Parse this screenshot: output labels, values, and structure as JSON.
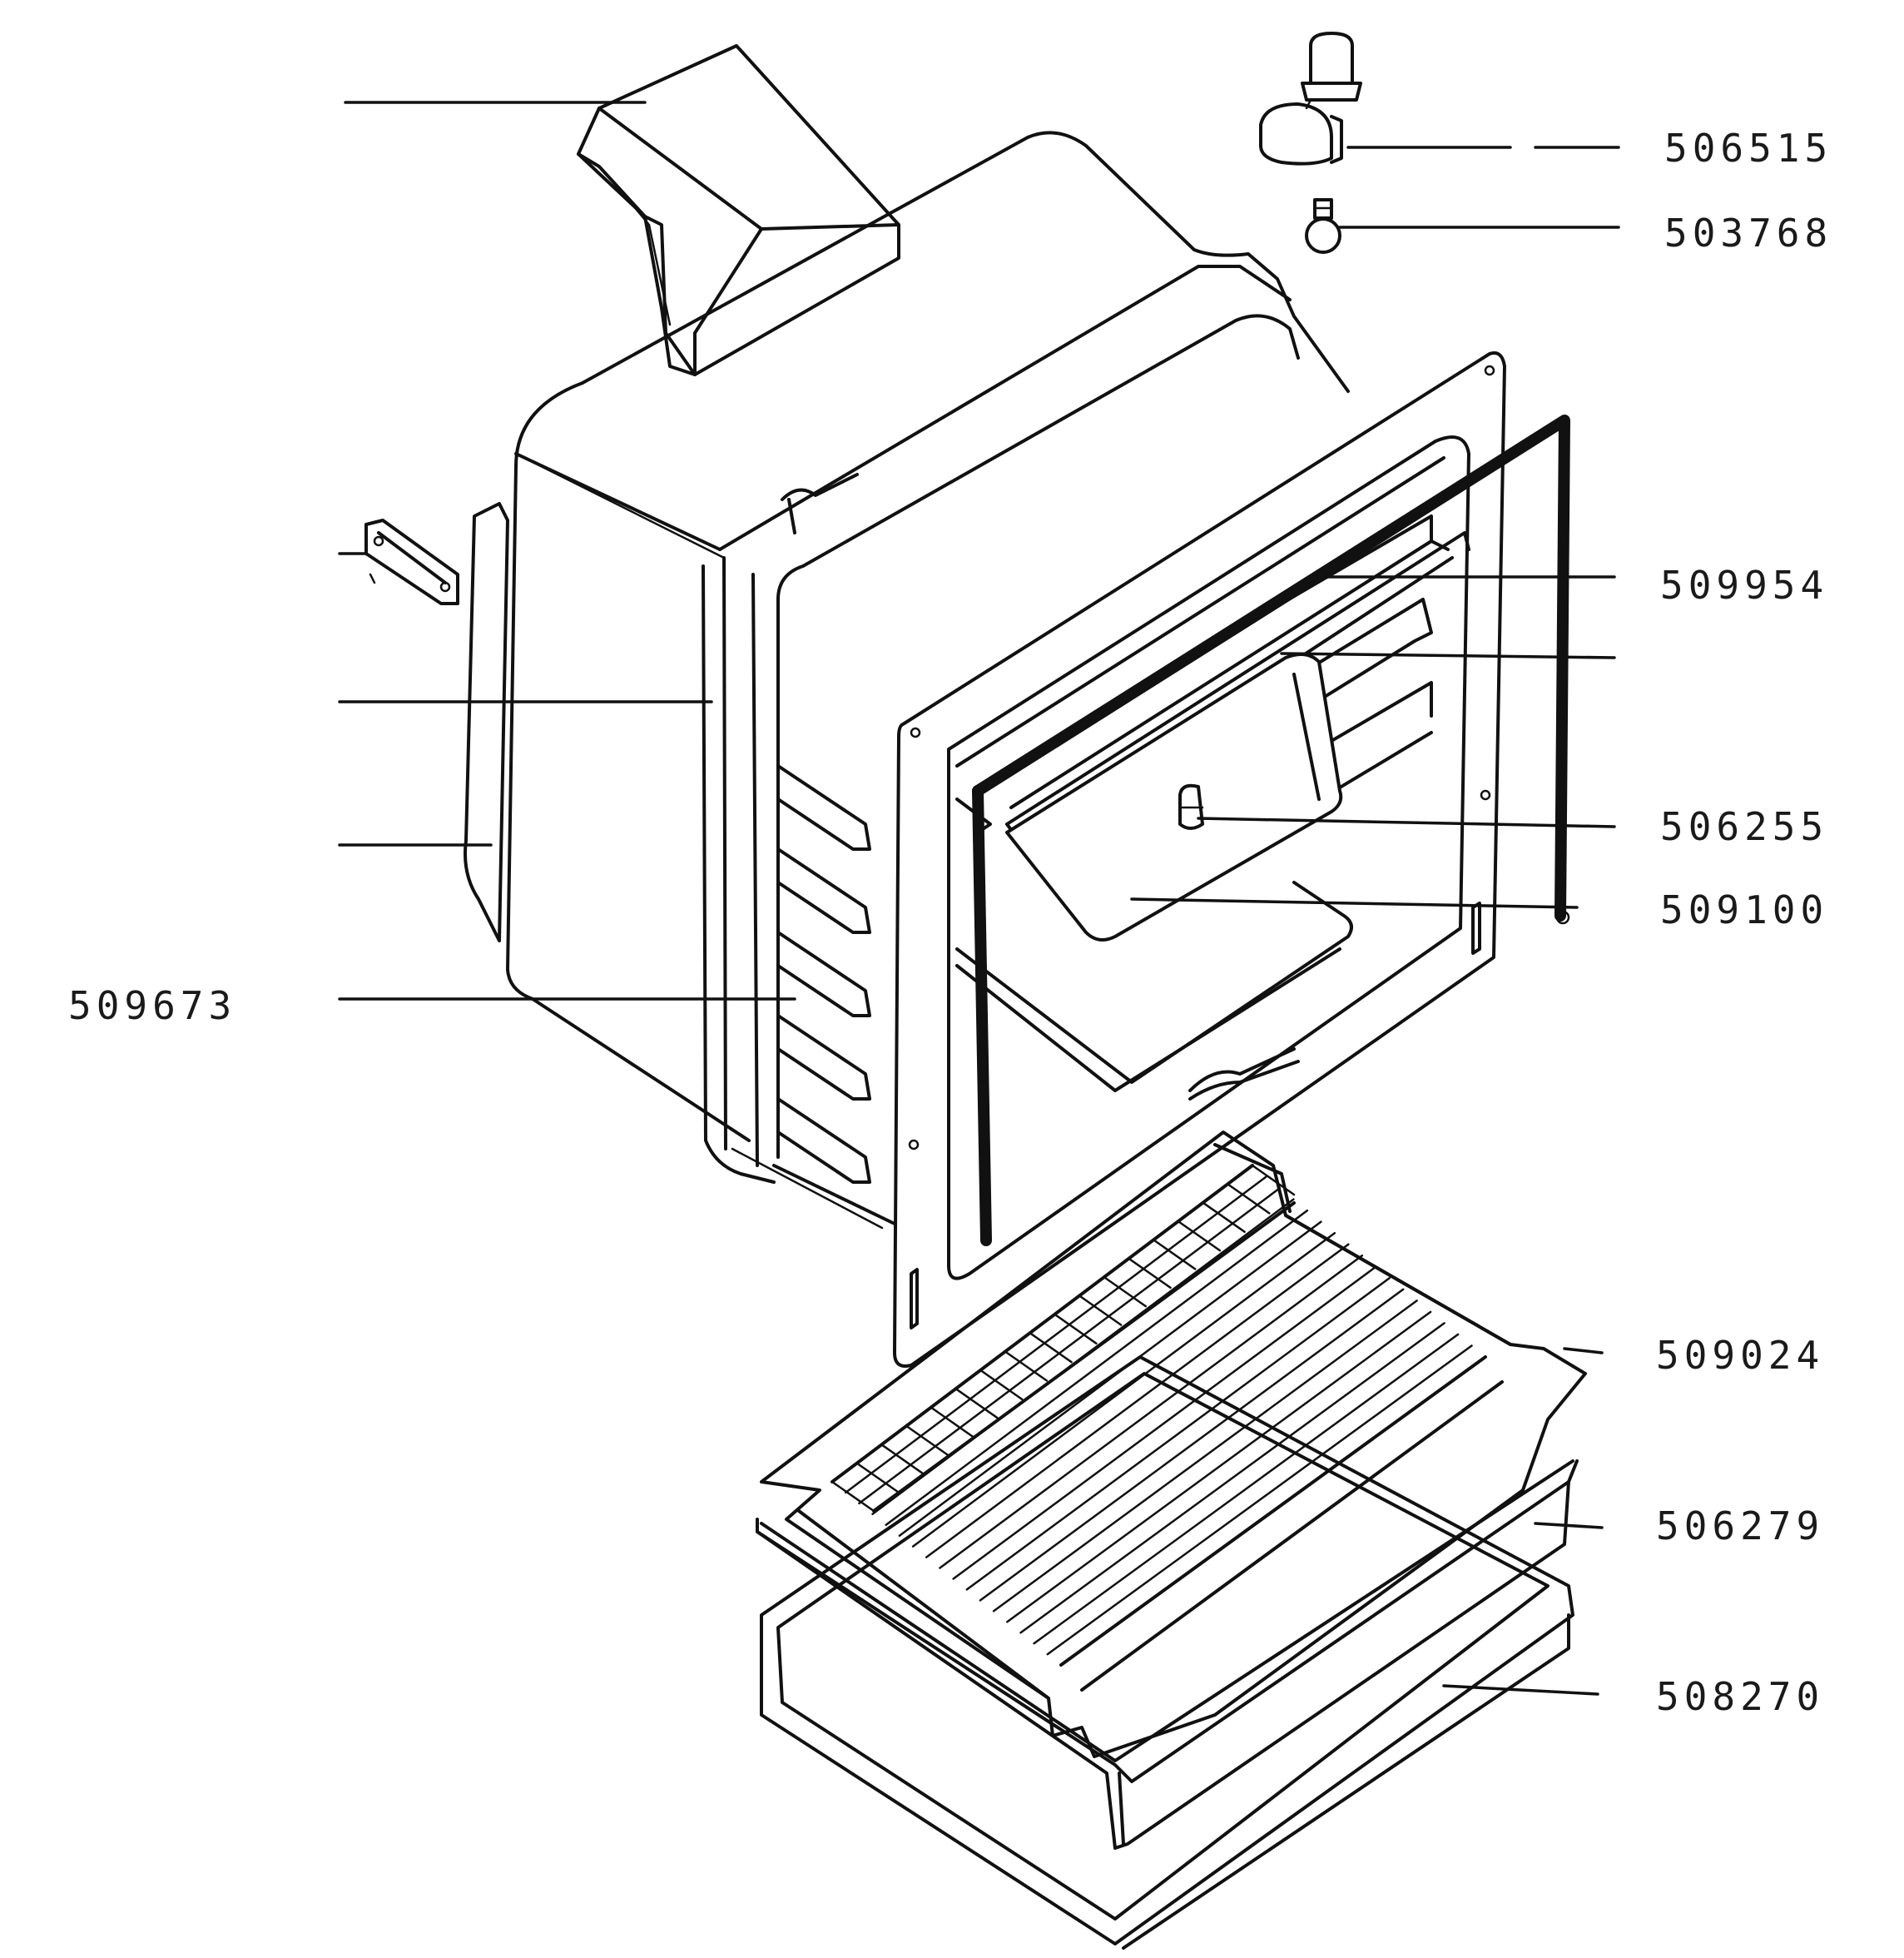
{
  "parts": [
    {
      "id": "lamp-holder",
      "number": "506515"
    },
    {
      "id": "lamp-bulb",
      "number": "503768"
    },
    {
      "id": "door-seal",
      "number": "509954"
    },
    {
      "id": "lamp-cover",
      "number": "506255"
    },
    {
      "id": "oven-shelf-guide",
      "number": "509100"
    },
    {
      "id": "side-runner",
      "number": "509673"
    },
    {
      "id": "grill-rack",
      "number": "509024"
    },
    {
      "id": "grill-pan",
      "number": "506279"
    },
    {
      "id": "drip-tray",
      "number": "508270"
    }
  ]
}
